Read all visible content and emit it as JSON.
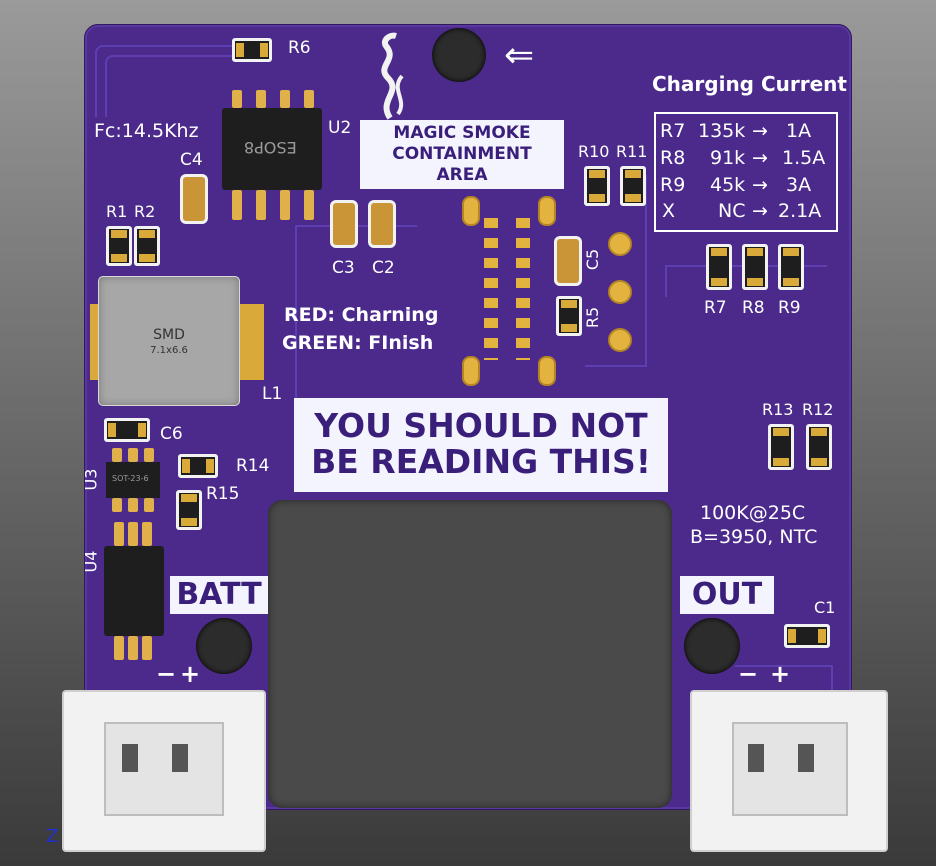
{
  "labels": {
    "r6": "R6",
    "u2": "U2",
    "esop": "ESOP8",
    "fc": "Fc:14.5Khz",
    "c4": "C4",
    "r1": "R1",
    "r2": "R2",
    "c3": "C3",
    "c2": "C2",
    "c5": "C5",
    "r5": "R5",
    "r10": "R10",
    "r11": "R11",
    "r7": "R7",
    "r8": "R8",
    "r9": "R9",
    "r13": "R13",
    "r12": "R12",
    "l1": "L1",
    "c6": "C6",
    "u3": "U3",
    "r14": "R14",
    "r15": "R15",
    "u4": "U4",
    "c1": "C1",
    "z": "Z",
    "smd": "SMD",
    "smd_size": "7.1x6.6",
    "sot": "SOT-23-6"
  },
  "magic_smoke": [
    "MAGIC SMOKE",
    "CONTAINMENT",
    "AREA"
  ],
  "led_info": [
    "RED: Charning",
    "GREEN: FInish"
  ],
  "warning": [
    "YOU SHOULD NOT",
    "BE READING THIS!"
  ],
  "charging": {
    "title": "Charging Current",
    "rows": [
      {
        "ref": "R7",
        "value": "135k",
        "current": "1A"
      },
      {
        "ref": "R8",
        "value": "91k",
        "current": "1.5A"
      },
      {
        "ref": "R9",
        "value": "45k",
        "current": "3A"
      },
      {
        "ref": "X",
        "value": "NC",
        "current": "2.1A"
      }
    ],
    "arrow": "→"
  },
  "ntc": [
    "100K@25C",
    "B=3950, NTC"
  ],
  "batt": "BATT",
  "out": "OUT",
  "arrow_left": "⇐",
  "polarity": {
    "minus": "−",
    "plus": "+"
  },
  "colors": {
    "board": "#4b2a8c",
    "silk": "#ffffff",
    "label_bg": "#f4f4ff",
    "label_text": "#3a1f7a",
    "pad": "#e3b33f"
  }
}
